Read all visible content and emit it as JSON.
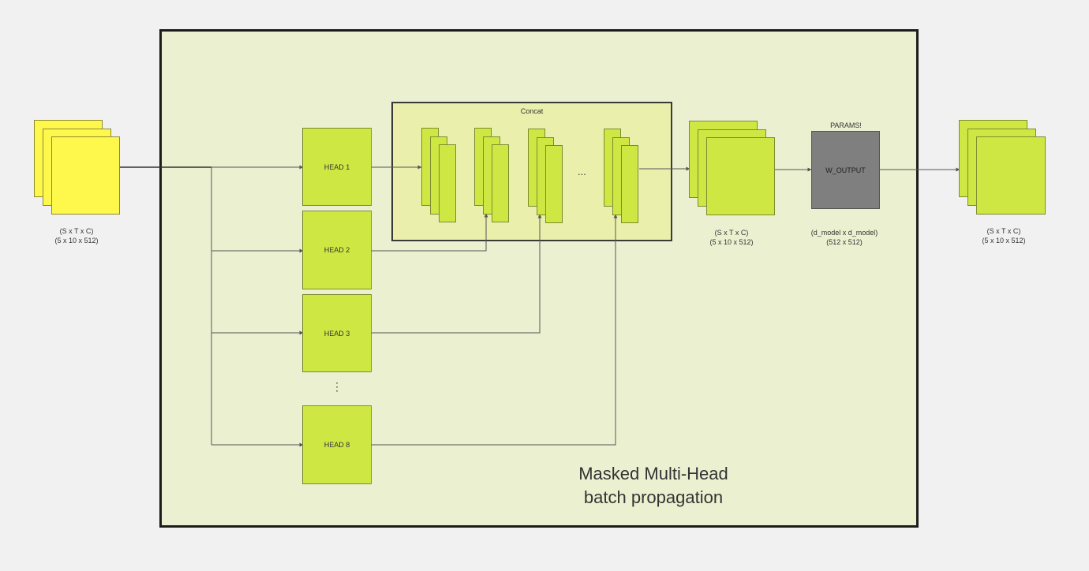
{
  "diagram": {
    "title_line1": "Masked Multi-Head",
    "title_line2": "batch propagation",
    "concat_label": "Concat",
    "concat_ellipsis": "...",
    "heads_ellipsis": "⋮",
    "params_label": "PARAMS!",
    "heads": [
      {
        "label": "HEAD 1"
      },
      {
        "label": "HEAD 2"
      },
      {
        "label": "HEAD 3"
      },
      {
        "label": "HEAD 8"
      }
    ],
    "input": {
      "shape_symbolic": "(S x T x C)",
      "shape_numeric": "(5 x 10 x 512)"
    },
    "concat_output": {
      "shape_symbolic": "(S x T x C)",
      "shape_numeric": "(5 x 10 x 512)"
    },
    "w_output": {
      "label": "W_OUTPUT",
      "shape_symbolic": "(d_model x d_model)",
      "shape_numeric": "(512 x 512)"
    },
    "final_output": {
      "shape_symbolic": "(S x T x C)",
      "shape_numeric": "(5 x 10 x 512)"
    },
    "colors": {
      "background": "#f1f1f1",
      "frame_fill": "#ebf1d0",
      "concat_fill": "#eaf0ac",
      "input_tensor": "#fef84c",
      "head_fill": "#cfe743",
      "weight_fill": "#7f7f7f"
    }
  }
}
